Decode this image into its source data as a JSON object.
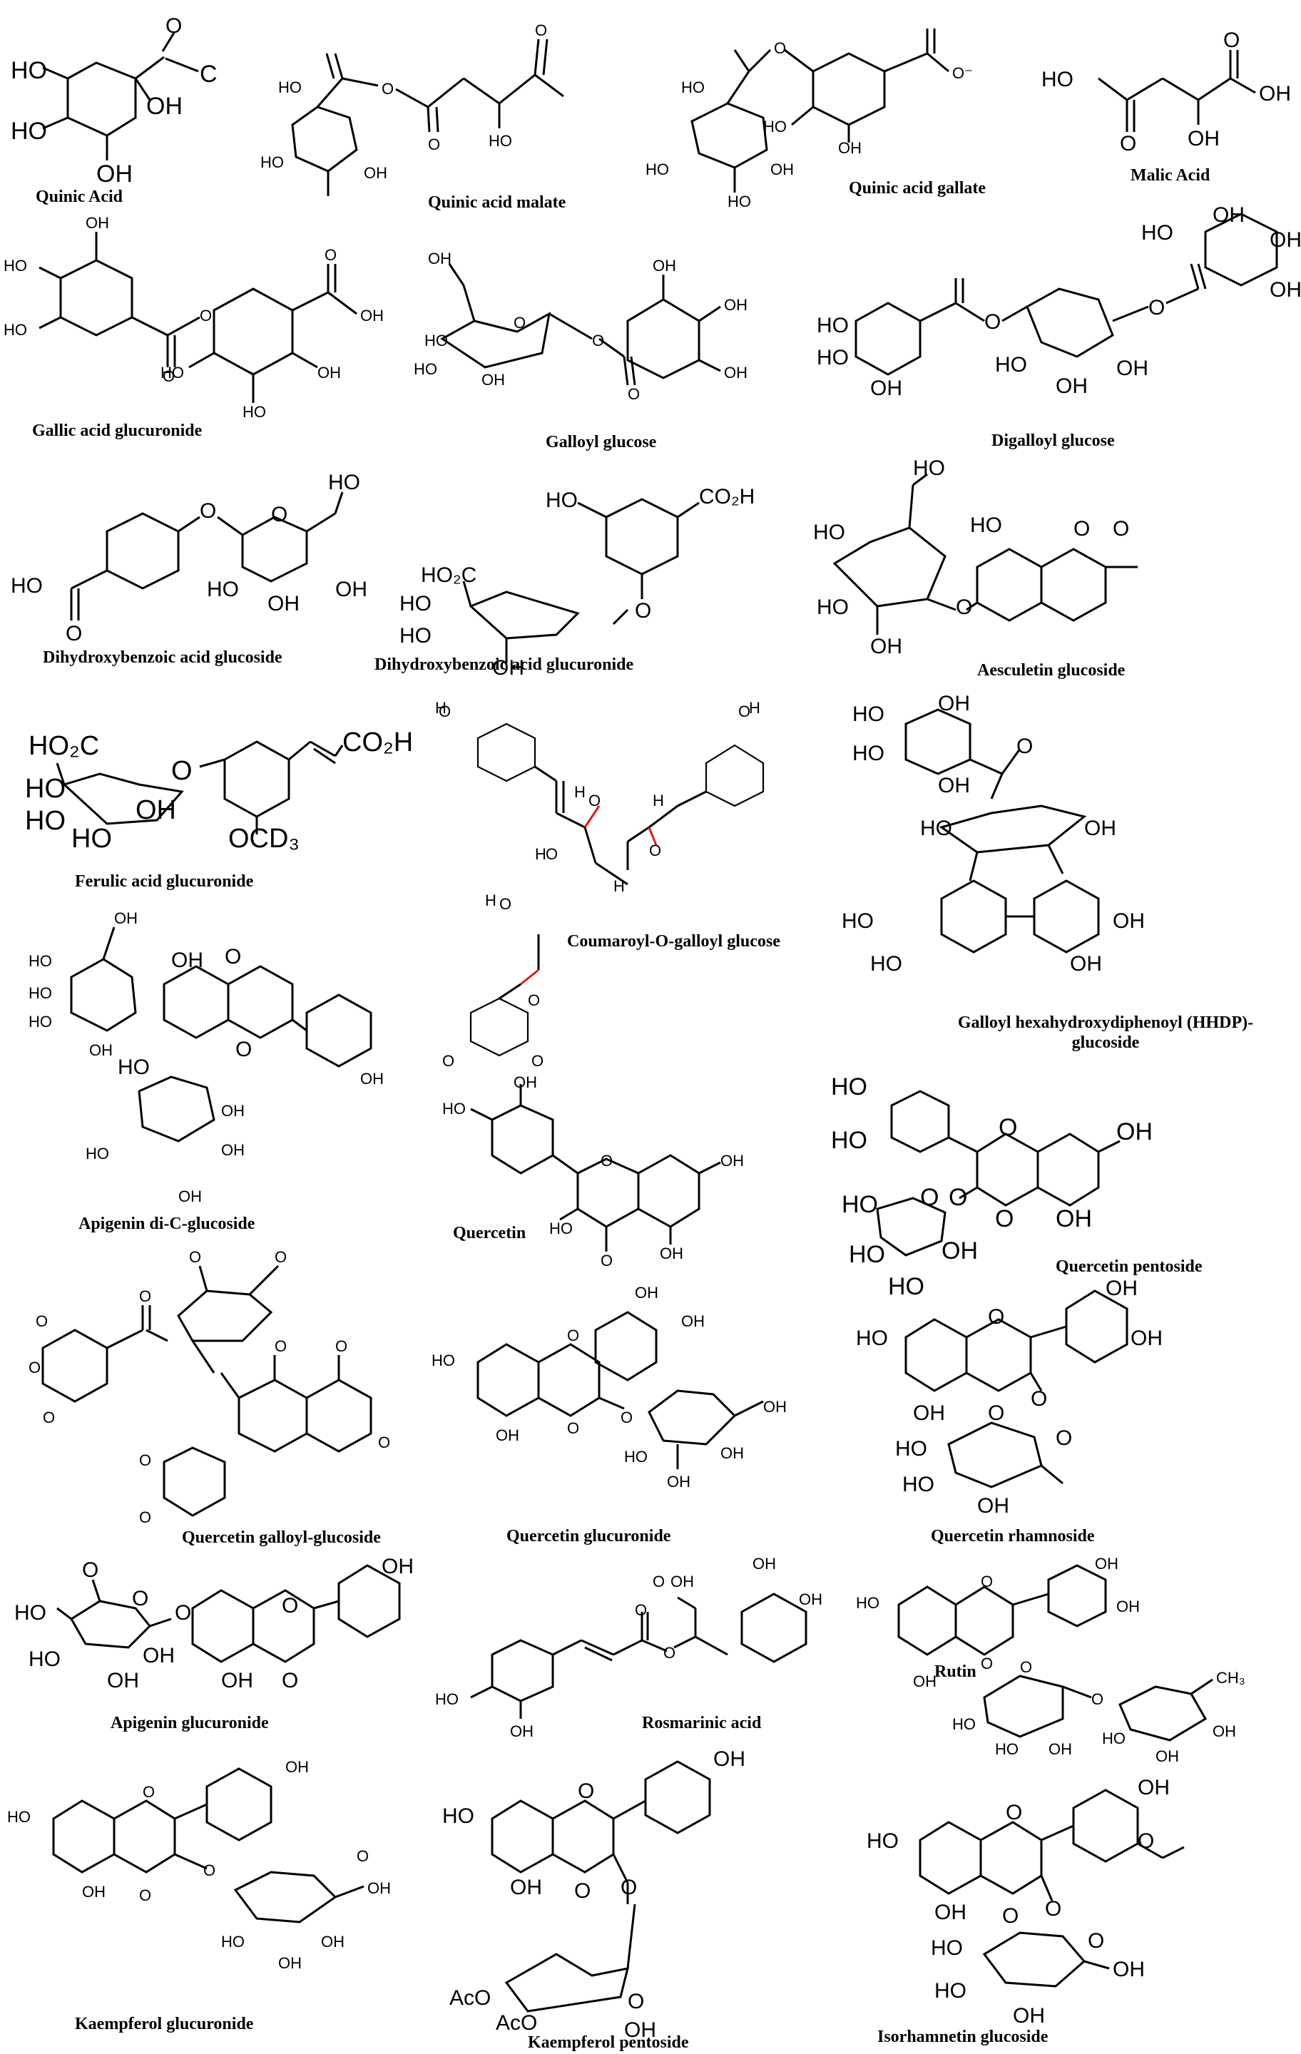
{
  "figure": {
    "compounds": [
      {
        "id": "quinic-acid",
        "name": "Quinic Acid"
      },
      {
        "id": "quinic-acid-malate",
        "name": "Quinic acid malate"
      },
      {
        "id": "quinic-acid-gallate",
        "name": "Quinic acid gallate"
      },
      {
        "id": "malic-acid",
        "name": "Malic Acid"
      },
      {
        "id": "gallic-acid-glucuronide",
        "name": "Gallic acid glucuronide"
      },
      {
        "id": "galloyl-glucose",
        "name": "Galloyl glucose"
      },
      {
        "id": "digalloyl-glucose",
        "name": "Digalloyl glucose"
      },
      {
        "id": "dihydroxybenzoic-acid-glucoside",
        "name": "Dihydroxybenzoic acid glucoside"
      },
      {
        "id": "dihydroxybenzoic-acid-glucuronide",
        "name": "Dihydroxybenzoic acid glucuronide"
      },
      {
        "id": "aesculetin-glucoside",
        "name": "Aesculetin glucoside"
      },
      {
        "id": "ferulic-acid-glucuronide",
        "name": "Ferulic acid glucuronide"
      },
      {
        "id": "coumaroyl-o-galloyl-glucose",
        "name": "Coumaroyl-O-galloyl glucose"
      },
      {
        "id": "galloyl-hhdp-glucoside",
        "name": "Galloyl hexahydroxydiphenoyl (HHDP)-glucoside"
      },
      {
        "id": "apigenin-di-c-glucoside",
        "name": "Apigenin di-C-glucoside"
      },
      {
        "id": "quercetin",
        "name": "Quercetin"
      },
      {
        "id": "quercetin-pentoside",
        "name": "Quercetin pentoside"
      },
      {
        "id": "quercetin-galloyl-glucoside",
        "name": "Quercetin galloyl-glucoside"
      },
      {
        "id": "quercetin-glucuronide",
        "name": "Quercetin glucuronide"
      },
      {
        "id": "quercetin-rhamnoside",
        "name": "Quercetin rhamnoside"
      },
      {
        "id": "apigenin-glucuronide",
        "name": "Apigenin glucuronide"
      },
      {
        "id": "rosmarinic-acid",
        "name": "Rosmarinic acid"
      },
      {
        "id": "rutin",
        "name": "Rutin"
      },
      {
        "id": "kaempferol-glucuronide",
        "name": "Kaempferol  glucuronide"
      },
      {
        "id": "kaempferol-pentoside",
        "name": "Kaempferol pentoside"
      },
      {
        "id": "isorhamnetin-glucoside",
        "name": "Isorhamnetin glucoside"
      }
    ],
    "atom_labels": {
      "HO": "HO",
      "OH": "OH",
      "O": "O",
      "C": "C",
      "H": "H",
      "O_minus": "O⁻",
      "CO2H": "CO₂H",
      "HO2C": "HO₂C",
      "OCD3": "OCD₃",
      "AcO": "AcO",
      "CH3": "CH₃"
    },
    "colors": {
      "ink": "#000000",
      "oxygen_red": "#e0191b",
      "hydrogen_grey": "#607a7a",
      "background": "#ffffff"
    }
  }
}
